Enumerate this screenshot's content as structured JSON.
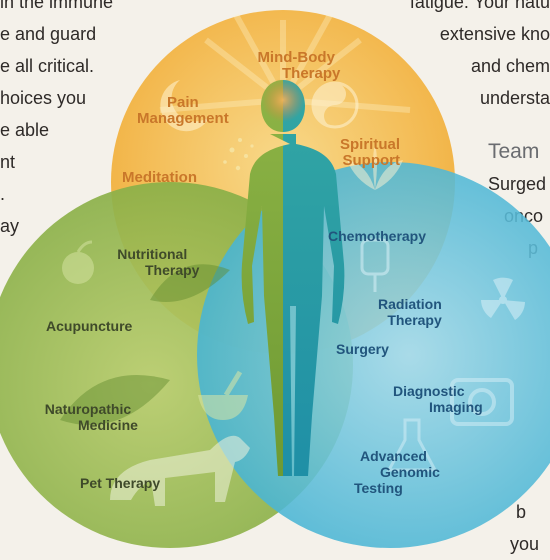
{
  "left_column_text": [
    "in the immune",
    "e and guard",
    "e all critical.",
    "hoices you",
    "e able",
    "nt",
    ".",
    "ay"
  ],
  "right_column_text": [
    "fatigue. Your natu",
    "extensive kno",
    "and chem",
    "understa"
  ],
  "team_text": {
    "heading": "Team",
    "lines": [
      "Surged",
      "onco",
      "p"
    ]
  },
  "bottom_text": [
    "b",
    "you"
  ],
  "diagram": {
    "circles": {
      "mind_body": {
        "color": "#f3b74c",
        "labels": [
          {
            "lines": [
              "Mind-Body",
              "Therapy"
            ]
          },
          {
            "lines": [
              "Pain",
              "Management"
            ]
          },
          {
            "lines": [
              "Spiritual",
              "Support"
            ]
          },
          {
            "lines": [
              "Meditation"
            ]
          }
        ]
      },
      "natural": {
        "color": "#8db249",
        "labels": [
          {
            "lines": [
              "Nutritional",
              "Therapy"
            ]
          },
          {
            "lines": [
              "Acupuncture"
            ]
          },
          {
            "lines": [
              "Naturopathic",
              "Medicine"
            ]
          },
          {
            "lines": [
              "Pet Therapy"
            ]
          }
        ]
      },
      "medical": {
        "color": "#43b4d4",
        "labels": [
          {
            "lines": [
              "Chemotherapy"
            ]
          },
          {
            "lines": [
              "Radiation",
              "Therapy"
            ]
          },
          {
            "lines": [
              "Surgery"
            ]
          },
          {
            "lines": [
              "Diagnostic",
              "Imaging"
            ]
          },
          {
            "lines": [
              "Advanced",
              "Genomic",
              "Testing"
            ]
          }
        ]
      }
    },
    "figure_colors": {
      "left_half": "#7ea63a",
      "right_half": "#2c9fa8",
      "head_glow": "#e07a3a"
    }
  }
}
